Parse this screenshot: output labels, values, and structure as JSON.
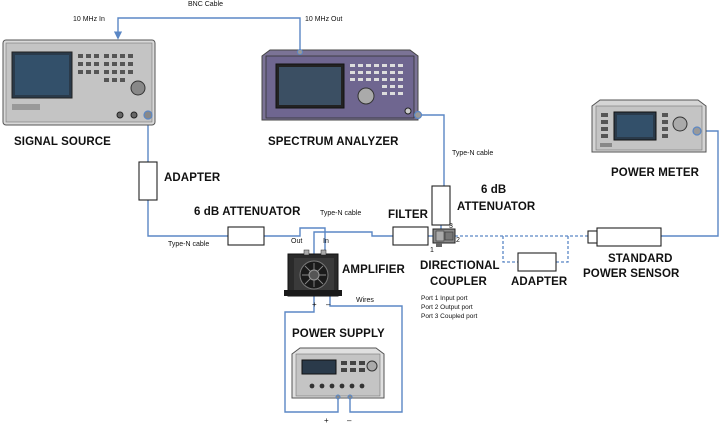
{
  "labels": {
    "signal_source": "SIGNAL SOURCE",
    "spectrum_analyzer": "SPECTRUM ANALYZER",
    "power_meter": "POWER METER",
    "adapter_left": "ADAPTER",
    "attenuator_left": "6 dB ATTENUATOR",
    "filter": "FILTER",
    "attenuator_right_line1": "6 dB",
    "attenuator_right_line2": "ATTENUATOR",
    "amplifier": "AMPLIFIER",
    "directional_coupler_line1": "DIRECTIONAL",
    "directional_coupler_line2": "COUPLER",
    "adapter_right": "ADAPTER",
    "standard_power_sensor_line1": "STANDARD",
    "standard_power_sensor_line2": "POWER SENSOR",
    "power_supply": "POWER SUPPLY"
  },
  "small_labels": {
    "bnc_cable": "BNC Cable",
    "ref_in": "10 MHz In",
    "ref_out": "10 MHz Out",
    "type_n_cable_analyzer": "Type-N cable",
    "type_n_cable_top": "Type-N cable",
    "type_n_cable_bottom": "Type-N cable",
    "amp_out": "Out",
    "amp_in": "In",
    "wires": "Wires",
    "amp_plus": "+",
    "amp_minus": "–",
    "psu_plus": "+",
    "psu_minus": "–",
    "port_num_1": "1",
    "port_num_2": "2",
    "port_num_3": "3"
  },
  "port_legend": [
    "Port 1 Input port",
    "Port 2 Output port",
    "Port 3 Coupled port"
  ],
  "colors": {
    "cable": "#5b87c5",
    "instrument_face": "#c8c8c8",
    "screen": "#2a3a4a",
    "purple_panel": "#6f6690"
  }
}
